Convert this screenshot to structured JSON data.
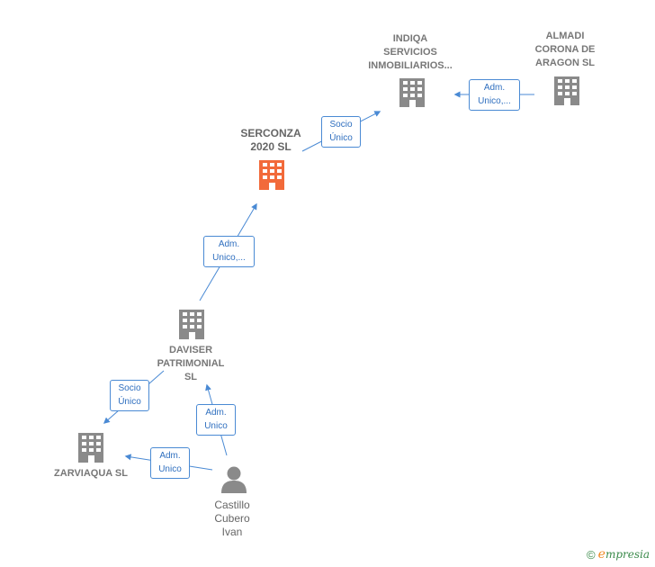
{
  "nodes": {
    "indiqa": {
      "label": "INDIQA\nSERVICIOS\nINMOBILIARIOS..."
    },
    "almadi": {
      "label": "ALMADI\nCORONA DE\nARAGON SL"
    },
    "serconza": {
      "label": "SERCONZA\n2020  SL"
    },
    "daviser": {
      "label": "DAVISER\nPATRIMONIAL\nSL"
    },
    "zarviaqua": {
      "label": "ZARVIAQUA  SL"
    },
    "castillo": {
      "label": "Castillo\nCubero\nIvan"
    }
  },
  "edges": {
    "almadi_indiqa": {
      "label": "Adm.\nUnico,..."
    },
    "serconza_indiqa": {
      "label": "Socio\nÚnico"
    },
    "daviser_serconza": {
      "label": "Adm.\nUnico,..."
    },
    "daviser_zarviaqua": {
      "label": "Socio\nÚnico"
    },
    "castillo_daviser": {
      "label": "Adm.\nUnico"
    },
    "castillo_zarviaqua": {
      "label": "Adm.\nUnico"
    }
  },
  "colors": {
    "company": "#8a8a8a",
    "focus_company": "#f26a3a",
    "person": "#8a8a8a",
    "edge": "#4a8ad4"
  },
  "icons": {
    "company": "building-icon",
    "person": "person-icon"
  },
  "brand": {
    "copyright": "©",
    "first": "e",
    "rest": "mpresia"
  }
}
